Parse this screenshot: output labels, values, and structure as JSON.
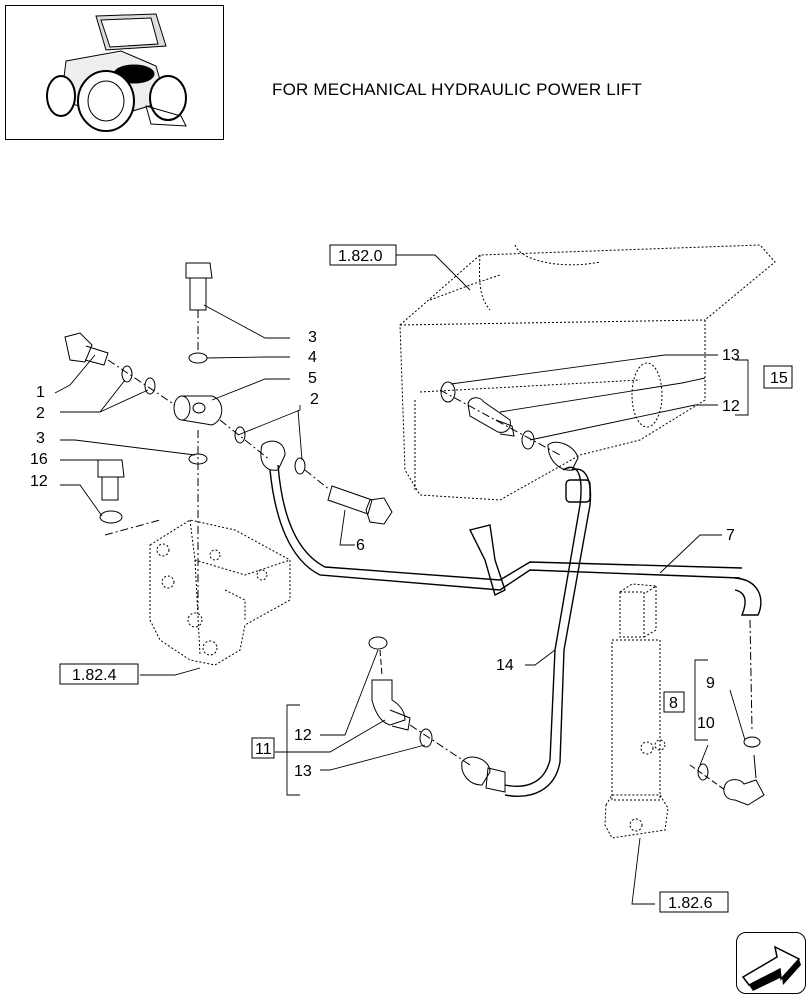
{
  "header": {
    "title": "FOR MECHANICAL HYDRAULIC POWER LIFT",
    "thumbnail_icon": "tractor-thumbnail-icon"
  },
  "references": {
    "ref_1820": "1.82.0",
    "ref_1824": "1.82.4",
    "ref_1826": "1.82.6"
  },
  "callouts": {
    "c1": "1",
    "c2a": "2",
    "c2b": "2",
    "c3a": "3",
    "c3b": "3",
    "c4": "4",
    "c5": "5",
    "c6": "6",
    "c7": "7",
    "c8": "8",
    "c9": "9",
    "c10": "10",
    "c11": "11",
    "c12a": "12",
    "c12b": "12",
    "c12c": "12",
    "c13a": "13",
    "c13b": "13",
    "c14": "14",
    "c15": "15",
    "c16": "16"
  },
  "nav": {
    "next_icon": "next-page-arrow-icon"
  }
}
